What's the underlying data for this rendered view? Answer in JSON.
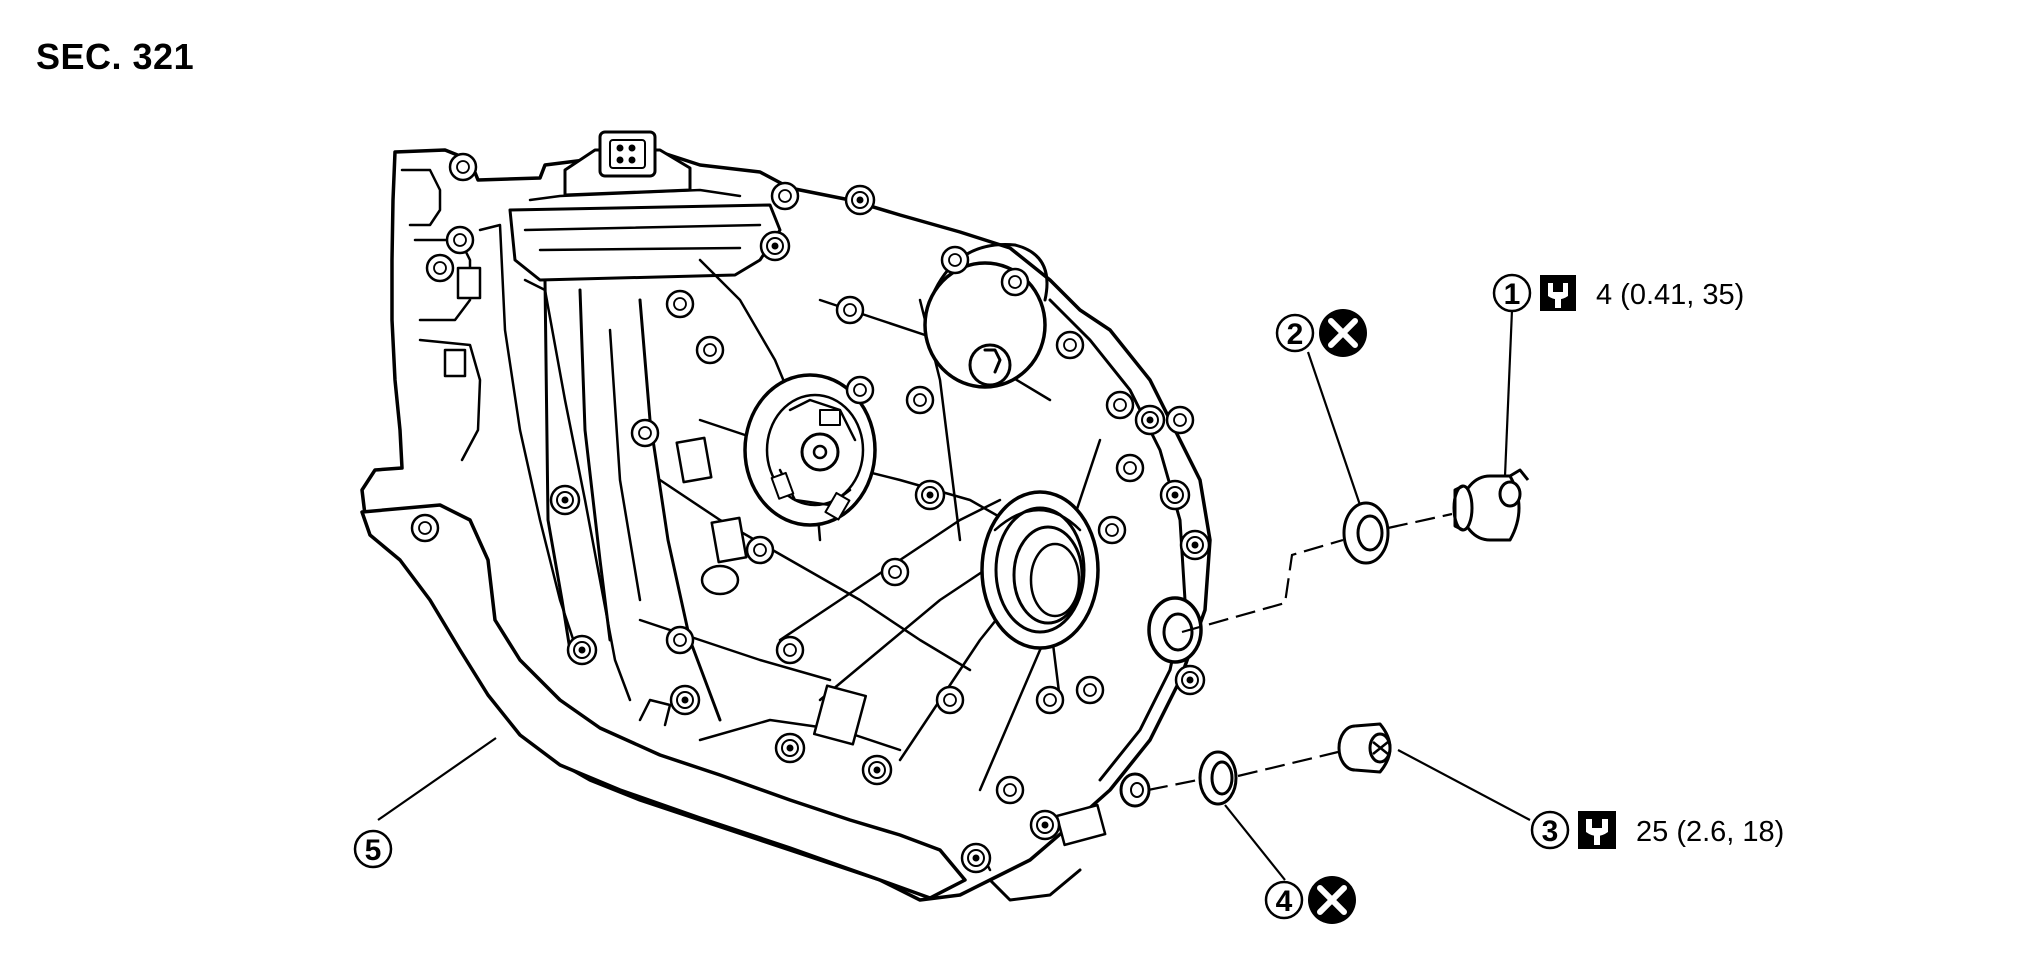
{
  "section": "SEC. 321",
  "callouts": [
    {
      "number": "1",
      "part": "plug",
      "torque": "4 (0.41, 35)",
      "torque_icon": "torque-wrench-icon"
    },
    {
      "number": "2",
      "part": "gasket",
      "replace_icon": "do-not-reuse-icon"
    },
    {
      "number": "3",
      "part": "plug",
      "torque": "25 (2.6, 18)",
      "torque_icon": "torque-wrench-icon"
    },
    {
      "number": "4",
      "part": "gasket",
      "replace_icon": "do-not-reuse-icon"
    },
    {
      "number": "5",
      "part": "transaxle-assembly"
    }
  ]
}
